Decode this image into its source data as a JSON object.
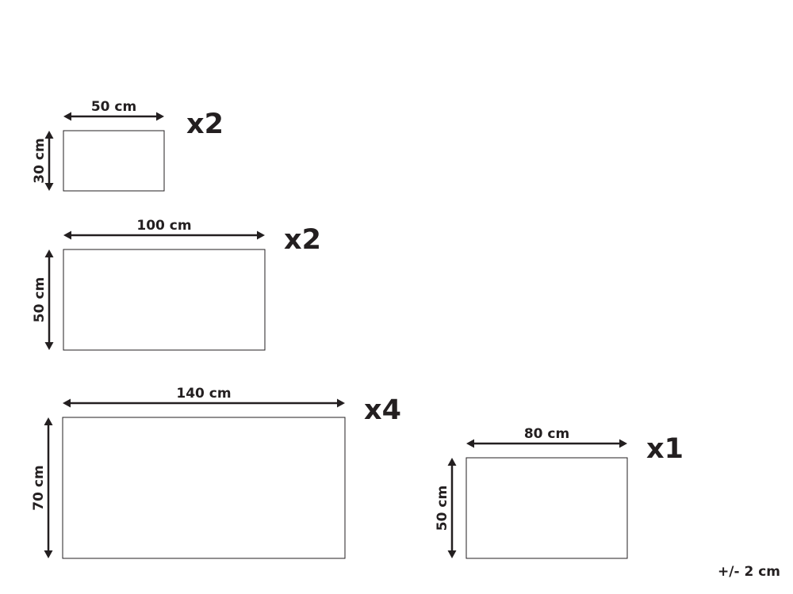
{
  "colors": {
    "ink": "#231f20",
    "background": "#ffffff"
  },
  "pieces": [
    {
      "width": "50 cm",
      "height": "30 cm",
      "quantity": "x2"
    },
    {
      "width": "100 cm",
      "height": "50 cm",
      "quantity": "x2"
    },
    {
      "width": "140 cm",
      "height": "70 cm",
      "quantity": "x4"
    },
    {
      "width": "80 cm",
      "height": "50 cm",
      "quantity": "x1"
    }
  ],
  "tolerance": "+/- 2 cm"
}
